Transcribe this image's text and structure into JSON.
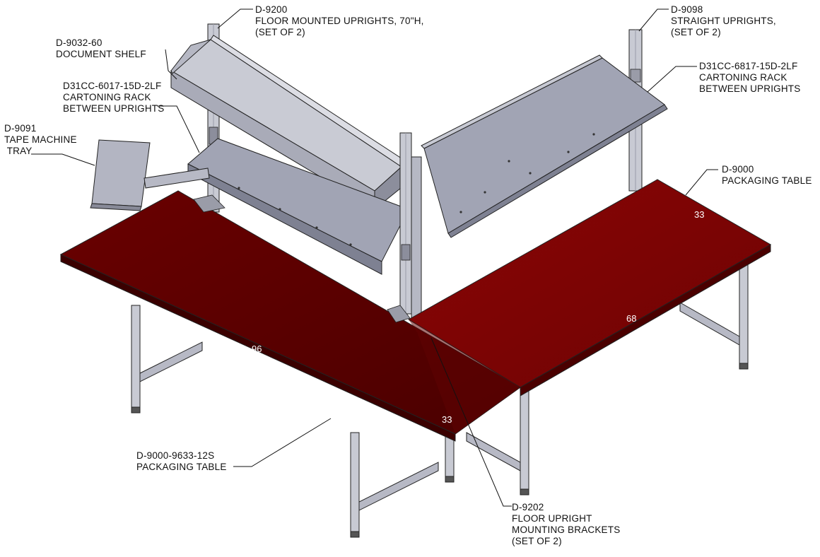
{
  "colors": {
    "table_top_left": "#560000",
    "table_top_right": "#7d0404",
    "table_edge": "#3a0000",
    "steel_light": "#c7c9d3",
    "steel_mid": "#a9abb8",
    "steel_dark": "#8c8e9c",
    "line": "#111111"
  },
  "callouts": {
    "uprights_70": {
      "part": "D-9200",
      "lines": [
        "FLOOR MOUNTED UPRIGHTS, 70\"H,",
        "(SET OF 2)"
      ]
    },
    "straight_uprights": {
      "part": "D-9098",
      "lines": [
        "STRAIGHT UPRIGHTS,",
        "(SET OF 2)"
      ]
    },
    "document_shelf": {
      "part": "D-9032-60",
      "lines": [
        "DOCUMENT SHELF"
      ]
    },
    "rack_left": {
      "part": "D31CC-6017-15D-2LF",
      "lines": [
        "CARTONING RACK",
        "BETWEEN UPRIGHTS"
      ]
    },
    "rack_right": {
      "part": "D31CC-6817-15D-2LF",
      "lines": [
        "CARTONING RACK",
        "BETWEEN UPRIGHTS"
      ]
    },
    "tape_tray": {
      "part": "D-9091",
      "lines": [
        "TAPE MACHINE",
        " TRAY"
      ]
    },
    "table_right": {
      "part": "D-9000",
      "lines": [
        "PACKAGING TABLE"
      ]
    },
    "table_left": {
      "part": "D-9000-9633-12S",
      "lines": [
        "PACKAGING TABLE"
      ]
    },
    "brackets": {
      "part": "D-9202",
      "lines": [
        "FLOOR UPRIGHT",
        "MOUNTING BRACKETS",
        "(SET OF 2)"
      ]
    }
  },
  "dimensions": {
    "left_length": "96",
    "left_width": "33",
    "right_length": "68",
    "right_width": "33"
  }
}
